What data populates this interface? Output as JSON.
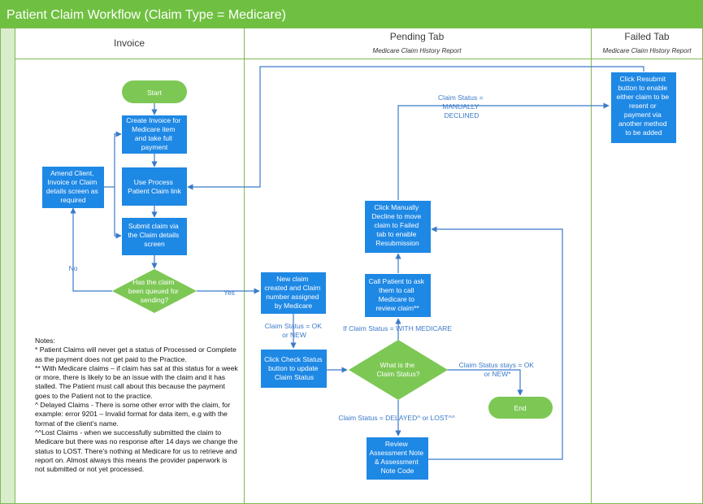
{
  "title": "Patient Claim Workflow (Claim Type = Medicare)",
  "lanes": {
    "invoice": {
      "title": "Invoice"
    },
    "pending": {
      "title": "Pending Tab",
      "subtitle": "Medicare Claim History Report"
    },
    "failed": {
      "title": "Failed Tab",
      "subtitle": "Medicare Claim History Report"
    }
  },
  "nodes": {
    "start": [
      "Start"
    ],
    "create_invoice": [
      "Create Invoice for",
      "Medicare item",
      "and take full",
      "payment"
    ],
    "process_link": [
      "Use Process",
      "Patient Claim link"
    ],
    "submit_claim": [
      "Submit claim via",
      "the Claim details",
      "screen"
    ],
    "amend": [
      "Amend Client,",
      "Invoice or Claim",
      "details screen as",
      "required"
    ],
    "queued_decision": [
      "Has the claim",
      "been queued for",
      "sending?"
    ],
    "new_claim": [
      "New claim",
      "created and Claim",
      "number assigned",
      "by Medicare"
    ],
    "check_status": [
      "Click Check Status",
      "button to update",
      "Claim Status"
    ],
    "status_decision": [
      "What is the",
      "Claim Status?"
    ],
    "end": [
      "End"
    ],
    "review": [
      "Review",
      "Assessment Note",
      "& Assessment",
      "Note Code"
    ],
    "call_patient": [
      "Call Patient to ask",
      "them to call",
      "Medicare to",
      "review claim**"
    ],
    "manually_decline": [
      "Click Manually",
      "Decline to move",
      "claim to Failed",
      "tab to enable",
      "Resubmission"
    ],
    "resubmit": [
      "Click Resubmit",
      "button to enable",
      "either claim to be",
      "resent or",
      "payment via",
      "another method",
      "to be added"
    ]
  },
  "edge_labels": {
    "no": [
      "No"
    ],
    "yes": [
      "Yes"
    ],
    "ok_new": [
      "Claim Status = OK",
      "or NEW"
    ],
    "with_medicare": [
      "If Claim Status = WITH MEDICARE"
    ],
    "stays": [
      "Claim Status stays = OK",
      "or NEW*"
    ],
    "delayed": [
      "Claim Status = DELAYED^ or LOST^^"
    ],
    "manually_declined": [
      "Claim Status =",
      "MANUALLY",
      "DECLINED"
    ]
  },
  "notes": [
    "Notes:",
    "* Patient Claims will never get a status of Processed or Complete as the payment does not get paid to the Practice.",
    "** With Medicare claims – if claim has sat at this status for a week or more, there is likely to be an issue with the claim and it has stalled. The Patient must call about this because the payment goes to the Patient not to the practice.",
    "^ Delayed Claims - There is some other error with the claim, for example: error 9201 – Invalid format for data item, e.g with the format of the client's name.",
    "^^Lost Claims - when we successfully submitted the claim to Medicare but there was no response after 14 days we change the status to LOST. There's nothing at Medicare for us to retrieve and report on. Almost always this means the provider paperwork is not submitted or not yet processed."
  ],
  "colors": {
    "title_bar": "#6fc040",
    "process_box": "#1e88e5",
    "decision": "#7dc855",
    "lane_border": "#7dbb52",
    "arrow": "#3b7ac9"
  }
}
